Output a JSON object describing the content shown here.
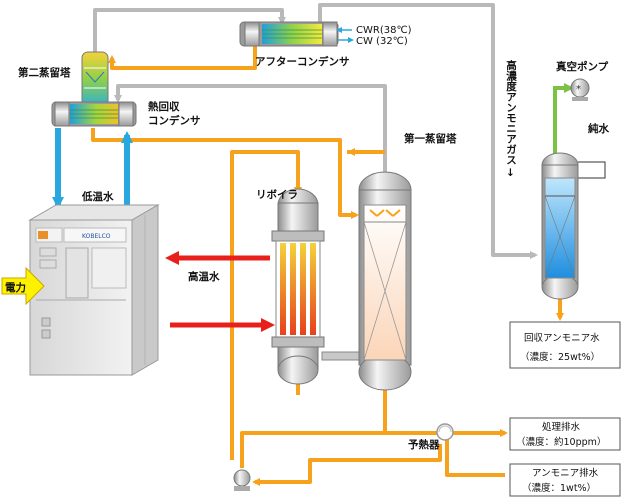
{
  "labels": {
    "after_condenser": "アフターコンデンサ",
    "cwr": "CWR(38℃)",
    "cw": "CW (32℃)",
    "second_column": "第二蒸留塔",
    "heat_recovery_line1": "熱回収",
    "heat_recovery_line2": "コンデンサ",
    "first_column": "第一蒸留塔",
    "reboiler": "リボイラ",
    "low_temp_water": "低温水",
    "high_temp_water": "高温水",
    "power": "電力",
    "preheater": "予熱器",
    "high_conc_gas": "高濃度アンモニアガス",
    "gas_arrow": "↓",
    "vacuum_pump": "真空ポンプ",
    "pure_water": "純水",
    "heat_pump_brand": "KOBELCO"
  },
  "boxes": {
    "recovered_ammonia": {
      "line1": "回収アンモニア水",
      "line2": "（濃度：25wt%）"
    },
    "treated_drain": {
      "line1": "処理排水",
      "line2": "（濃度：約10ppm）"
    },
    "ammonia_drain": {
      "line1": "アンモニア排水",
      "line2": "（濃度：1wt%）"
    }
  },
  "colors": {
    "orange": "#f7a21c",
    "gray_pipe": "#b9b9b9",
    "blue": "#29a8e0",
    "red": "#e8201c",
    "green": "#7cc243",
    "power_yellow": "#fff200"
  }
}
